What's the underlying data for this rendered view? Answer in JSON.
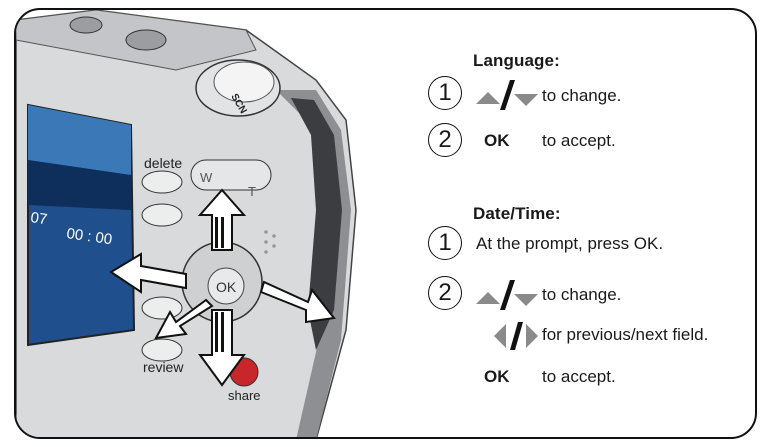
{
  "camera": {
    "button_delete": "delete",
    "button_review": "review",
    "button_share": "share",
    "button_ok": "OK",
    "zoom_wide": "W",
    "zoom_tele": "T",
    "mode_dial_scn": "SCN",
    "lcd_date": "07",
    "lcd_time": "00 : 00"
  },
  "language": {
    "title": "Language:",
    "step1_number": "1",
    "step1_text": "to change.",
    "step2_number": "2",
    "step2_key": "OK",
    "step2_text": "to accept."
  },
  "datetime": {
    "title": "Date/Time:",
    "step1_number": "1",
    "step1_text": "At the prompt, press OK.",
    "step2_number": "2",
    "step2_text": "to change.",
    "field_text": "for previous/next field.",
    "accept_key": "OK",
    "accept_text": "to accept."
  },
  "colors": {
    "camera_body": "#d9dadc",
    "lcd": "#1f4f8c",
    "share_red": "#c8262b",
    "arrow_gray": "#8a8a8a"
  },
  "icons": [
    "up-arrow-icon",
    "down-arrow-icon",
    "left-arrow-icon",
    "right-arrow-icon"
  ]
}
